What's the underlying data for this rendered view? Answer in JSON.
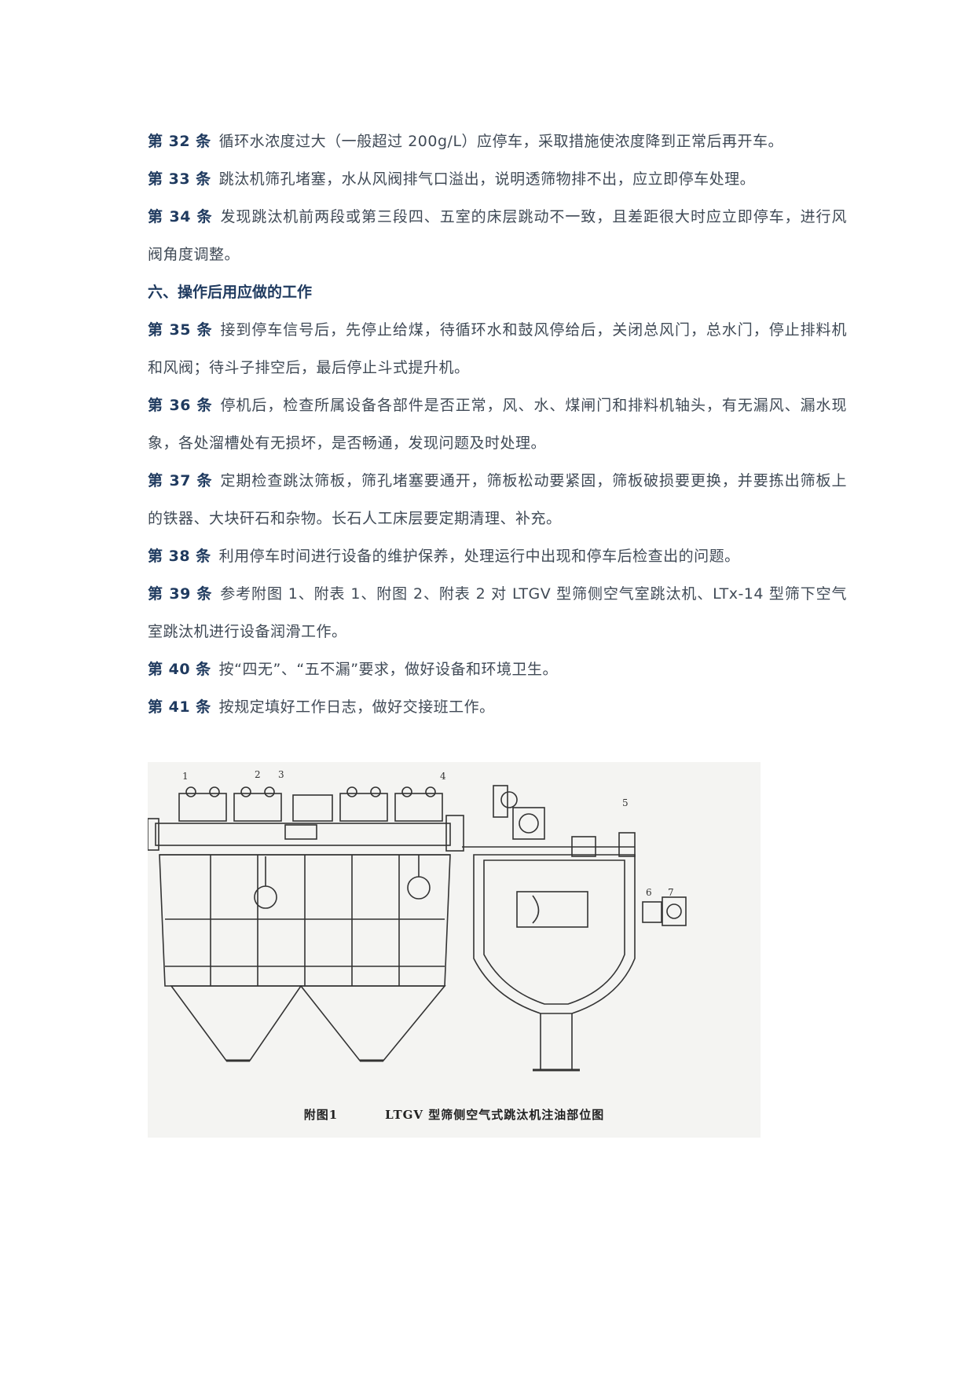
{
  "articles": [
    {
      "num": "第 32 条",
      "text": "循环水浓度过大（一般超过 200g/L）应停车，采取措施使浓度降到正常后再开车。"
    },
    {
      "num": "第 33 条",
      "text": "跳汰机筛孔堵塞，水从风阀排气口溢出，说明透筛物排不出，应立即停车处理。"
    },
    {
      "num": "第 34 条",
      "text": "发现跳汰机前两段或第三段四、五室的床层跳动不一致，且差距很大时应立即停车，进行风阀角度调整。"
    }
  ],
  "section_heading": "六、操作后用应做的工作",
  "articles2": [
    {
      "num": "第 35 条",
      "text": "接到停车信号后，先停止给煤，待循环水和鼓风停给后，关闭总风门，总水门，停止排料机和风阀；待斗子排空后，最后停止斗式提升机。"
    },
    {
      "num": "第 36 条",
      "text": "停机后，检查所属设备各部件是否正常，风、水、煤闸门和排料机轴头，有无漏风、漏水现象，各处溜槽处有无损坏，是否畅通，发现问题及时处理。"
    },
    {
      "num": "第 37 条",
      "text": "定期检查跳汰筛板，筛孔堵塞要通开，筛板松动要紧固，筛板破损要更换，并要拣出筛板上的铁器、大块矸石和杂物。长石人工床层要定期清理、补充。"
    },
    {
      "num": "第 38 条",
      "text": "利用停车时间进行设备的维护保养，处理运行中出现和停车后检查出的问题。"
    },
    {
      "num": "第 39 条",
      "text": "参考附图 1、附表 1、附图 2、附表 2 对 LTGV 型筛侧空气室跳汰机、LTx-14 型筛下空气室跳汰机进行设备润滑工作。"
    },
    {
      "num": "第 40 条",
      "text": "按“四无”、“五不漏”要求，做好设备和环境卫生。"
    },
    {
      "num": "第 41 条",
      "text": "按规定填好工作日志，做好交接班工作。"
    }
  ],
  "figure": {
    "label": "附图1",
    "title": "LTGV 型筛侧空气式跳汰机注油部位图",
    "part_numbers": [
      "1",
      "2",
      "3",
      "4",
      "5",
      "6",
      "7"
    ]
  }
}
